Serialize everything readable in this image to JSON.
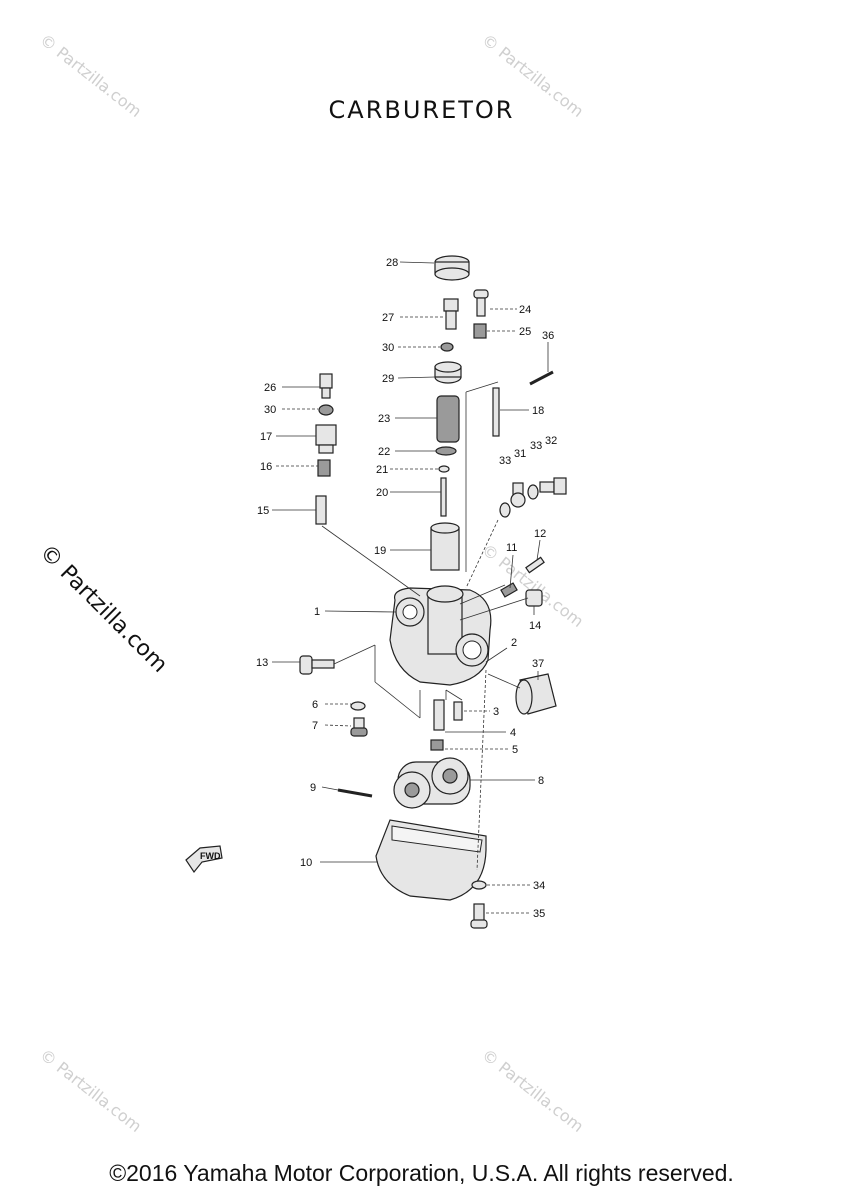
{
  "title": "CARBURETOR",
  "footer": "©2016 Yamaha Motor Corporation, U.S.A. All rights reserved.",
  "watermark": "© Partzilla.com",
  "watermark_large": "© Partzilla.com",
  "fwd_label": "FWD",
  "callouts": {
    "c1": "1",
    "c2": "2",
    "c3": "3",
    "c4": "4",
    "c5": "5",
    "c6": "6",
    "c7": "7",
    "c8": "8",
    "c9": "9",
    "c10": "10",
    "c11": "11",
    "c12": "12",
    "c13": "13",
    "c14": "14",
    "c15": "15",
    "c16": "16",
    "c17": "17",
    "c18": "18",
    "c19": "19",
    "c20": "20",
    "c21": "21",
    "c22": "22",
    "c23": "23",
    "c24": "24",
    "c25": "25",
    "c26": "26",
    "c27": "27",
    "c28": "28",
    "c29": "29",
    "c30a": "30",
    "c30b": "30",
    "c31": "31",
    "c32": "32",
    "c33a": "33",
    "c33b": "33",
    "c34": "34",
    "c35": "35",
    "c36": "36",
    "c37": "37"
  }
}
